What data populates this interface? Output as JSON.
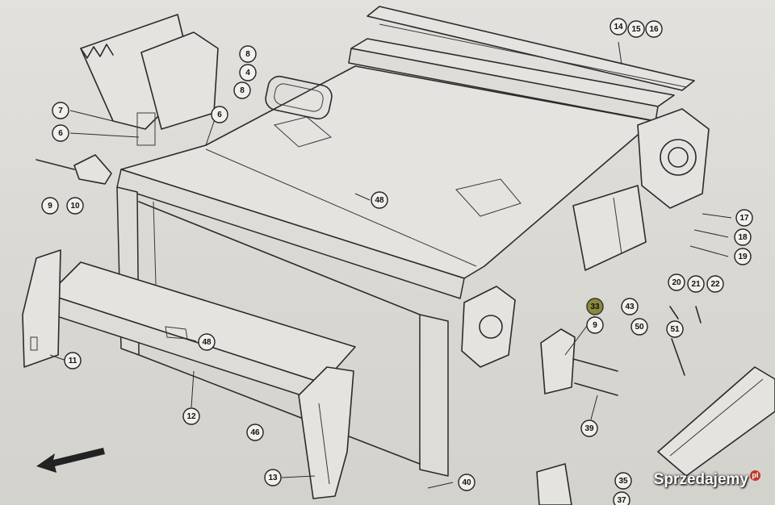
{
  "callouts": [
    {
      "id": "c8a",
      "label": "8"
    },
    {
      "id": "c4",
      "label": "4"
    },
    {
      "id": "c8b",
      "label": "8"
    },
    {
      "id": "c7",
      "label": "7"
    },
    {
      "id": "c6a",
      "label": "6"
    },
    {
      "id": "c6b",
      "label": "6"
    },
    {
      "id": "c9a",
      "label": "9"
    },
    {
      "id": "c10",
      "label": "10"
    },
    {
      "id": "c14",
      "label": "14"
    },
    {
      "id": "c15",
      "label": "15"
    },
    {
      "id": "c16",
      "label": "16"
    },
    {
      "id": "c48a",
      "label": "48"
    },
    {
      "id": "c17",
      "label": "17"
    },
    {
      "id": "c18",
      "label": "18"
    },
    {
      "id": "c19",
      "label": "19"
    },
    {
      "id": "c20",
      "label": "20"
    },
    {
      "id": "c21",
      "label": "21"
    },
    {
      "id": "c22",
      "label": "22"
    },
    {
      "id": "c33",
      "label": "33"
    },
    {
      "id": "c43",
      "label": "43"
    },
    {
      "id": "c9b",
      "label": "9"
    },
    {
      "id": "c50",
      "label": "50"
    },
    {
      "id": "c51",
      "label": "51"
    },
    {
      "id": "c11",
      "label": "11"
    },
    {
      "id": "c48b",
      "label": "48"
    },
    {
      "id": "c12",
      "label": "12"
    },
    {
      "id": "c46",
      "label": "46"
    },
    {
      "id": "c13",
      "label": "13"
    },
    {
      "id": "c39",
      "label": "39"
    },
    {
      "id": "c40",
      "label": "40"
    },
    {
      "id": "c35",
      "label": "35"
    },
    {
      "id": "c37",
      "label": "37"
    }
  ],
  "watermark": {
    "brand": "Sprzedajemy",
    "badge": "pl"
  },
  "colors": {
    "paper": "#dcdad6",
    "ink": "#2b2b2b",
    "highlight": "#8b8a3c",
    "watermark_badge": "#c0392b"
  }
}
